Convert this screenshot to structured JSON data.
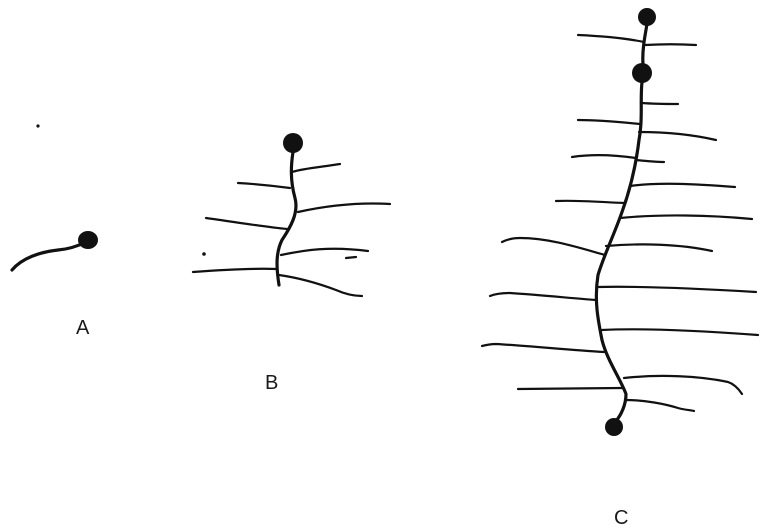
{
  "figure": {
    "labels": {
      "a": "A",
      "b": "B",
      "c": "C"
    },
    "colors": {
      "ink": "#111111",
      "background": "#ffffff"
    }
  }
}
